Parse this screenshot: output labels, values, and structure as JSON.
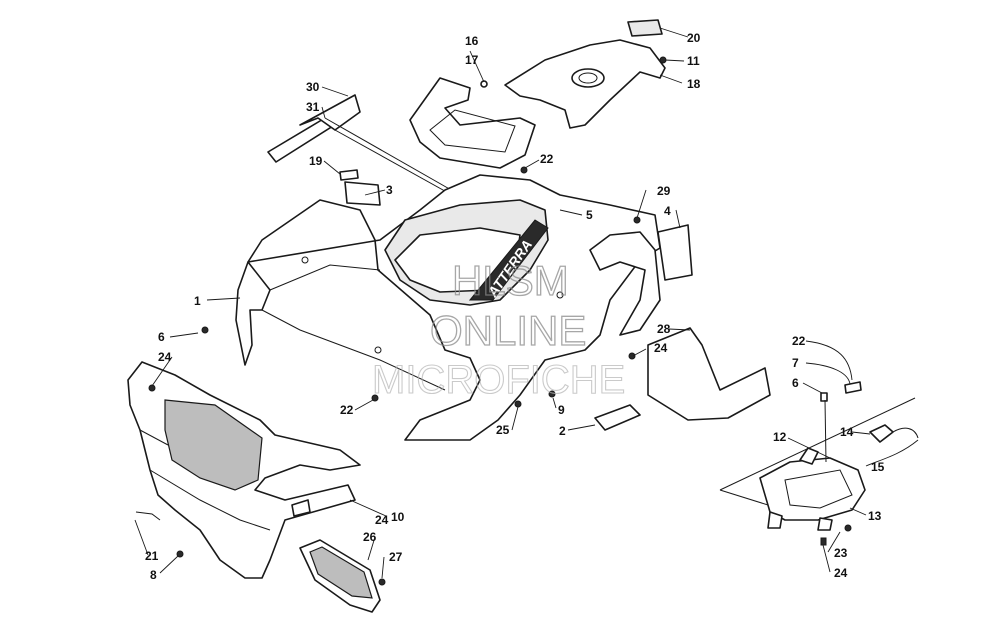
{
  "watermark": {
    "line1": "HLSM",
    "line2": "ONLINE",
    "line3": "MICROFICHE"
  },
  "decal": {
    "brand": "ATTERRA"
  },
  "callouts": [
    "1",
    "2",
    "3",
    "4",
    "5",
    "6",
    "7",
    "6",
    "8",
    "9",
    "10",
    "11",
    "12",
    "13",
    "14",
    "15",
    "16",
    "17",
    "18",
    "19",
    "20",
    "21",
    "22",
    "22",
    "22",
    "23",
    "24",
    "24",
    "24",
    "24",
    "25",
    "26",
    "27",
    "28",
    "29",
    "30",
    "31"
  ]
}
